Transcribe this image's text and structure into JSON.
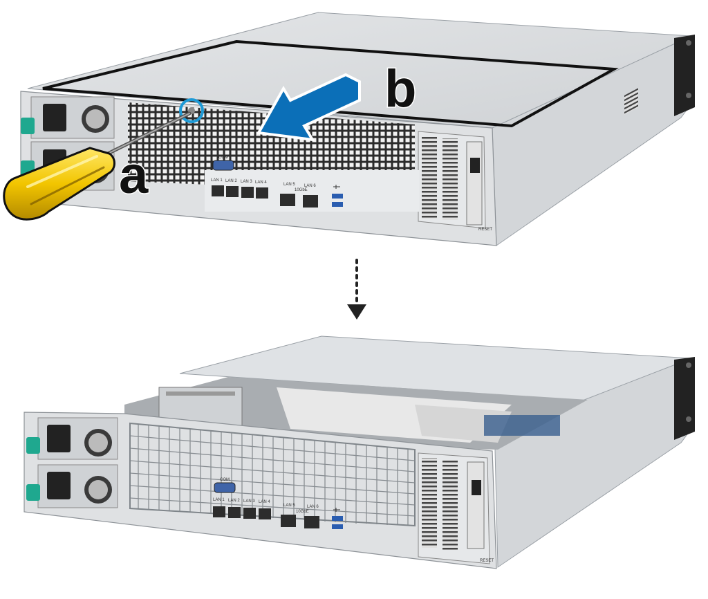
{
  "step_labels": {
    "a": "a",
    "b": "b"
  },
  "port_labels": {
    "com": "COM",
    "lan1": "LAN 1",
    "lan2": "LAN 2",
    "lan3": "LAN 3",
    "lan4": "LAN 4",
    "lan5": "LAN 5",
    "lan6": "LAN 6",
    "tenG": "10GbE",
    "reset": "RESET"
  },
  "colors": {
    "arrow_blue": "#0b6fb8",
    "highlight_circle": "#1e9ad6",
    "screwdriver_handle": "#f2c500",
    "psu_tab": "#1fa88f",
    "chassis": "#c9ccd0"
  },
  "icons": [
    "screwdriver-icon",
    "sliding-arrow-icon",
    "screw-highlight-icon",
    "down-arrow-icon",
    "usb-icon"
  ]
}
